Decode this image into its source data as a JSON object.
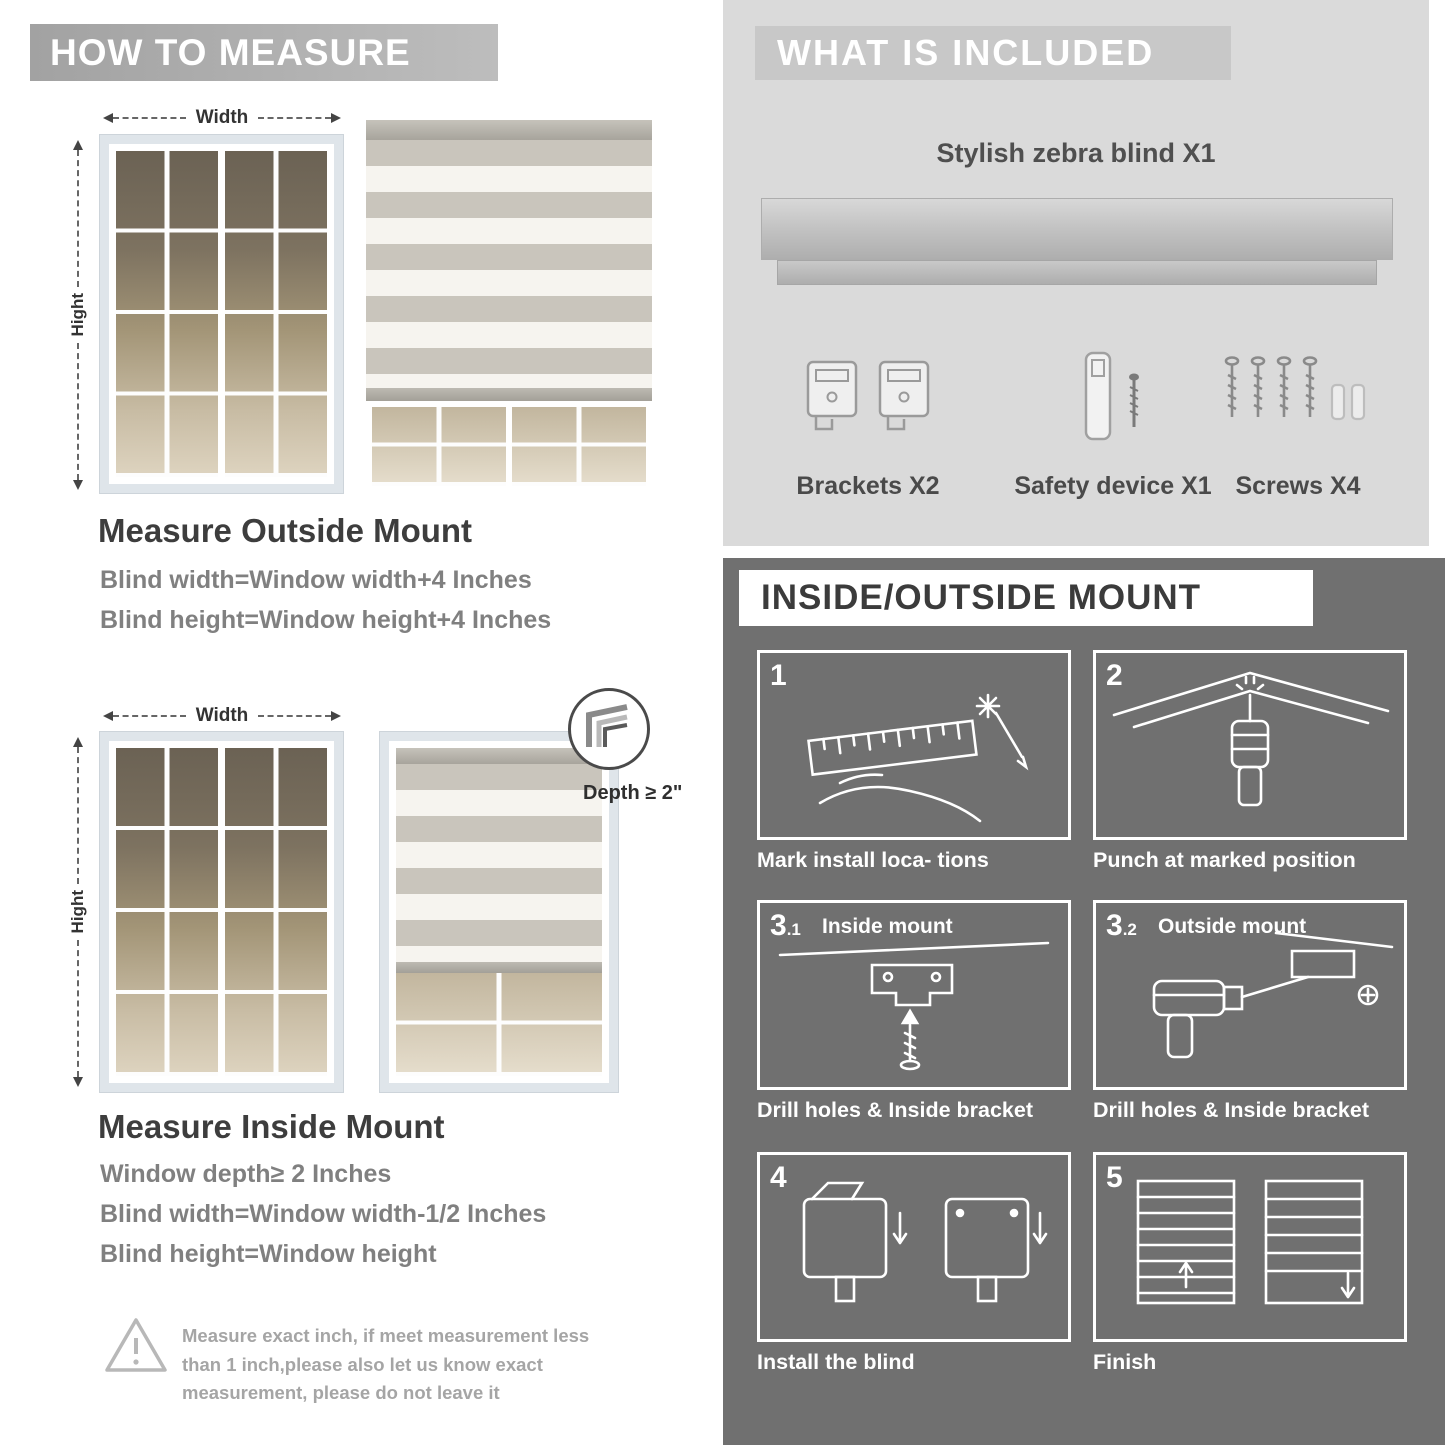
{
  "left": {
    "header": "HOW TO MEASURE",
    "outside": {
      "width_label": "Width",
      "height_label": "Hight",
      "title": "Measure Outside Mount",
      "line1": "Blind width=Window width+4 Inches",
      "line2": "Blind height=Window height+4 Inches"
    },
    "inside": {
      "width_label": "Width",
      "height_label": "Hight",
      "depth_callout": "Depth ≥ 2\"",
      "title": "Measure Inside Mount",
      "line1": "Window depth≥ 2 Inches",
      "line2": "Blind width=Window width-1/2 Inches",
      "line3": "Blind height=Window height"
    },
    "note": "Measure exact inch, if meet measurement less than 1 inch,please also let us know exact measurement, please do not leave it"
  },
  "included": {
    "header": "WHAT IS INCLUDED",
    "product": "Stylish zebra blind X1",
    "items": [
      {
        "label": "Brackets X2"
      },
      {
        "label": "Safety device X1"
      },
      {
        "label": "Screws X4"
      }
    ]
  },
  "mount": {
    "header": "INSIDE/OUTSIDE MOUNT",
    "steps": [
      {
        "num": "1",
        "sub": "",
        "inner": "",
        "caption": "Mark install loca- tions"
      },
      {
        "num": "2",
        "sub": "",
        "inner": "",
        "caption": "Punch at  marked position"
      },
      {
        "num": "3",
        "sub": ".1",
        "inner": "Inside mount",
        "caption": "Drill holes &  Inside bracket"
      },
      {
        "num": "3",
        "sub": ".2",
        "inner": "Outside mount",
        "caption": "Drill holes &  Inside bracket"
      },
      {
        "num": "4",
        "sub": "",
        "inner": "",
        "caption": "Install the blind"
      },
      {
        "num": "5",
        "sub": "",
        "inner": "",
        "caption": "Finish"
      }
    ]
  }
}
